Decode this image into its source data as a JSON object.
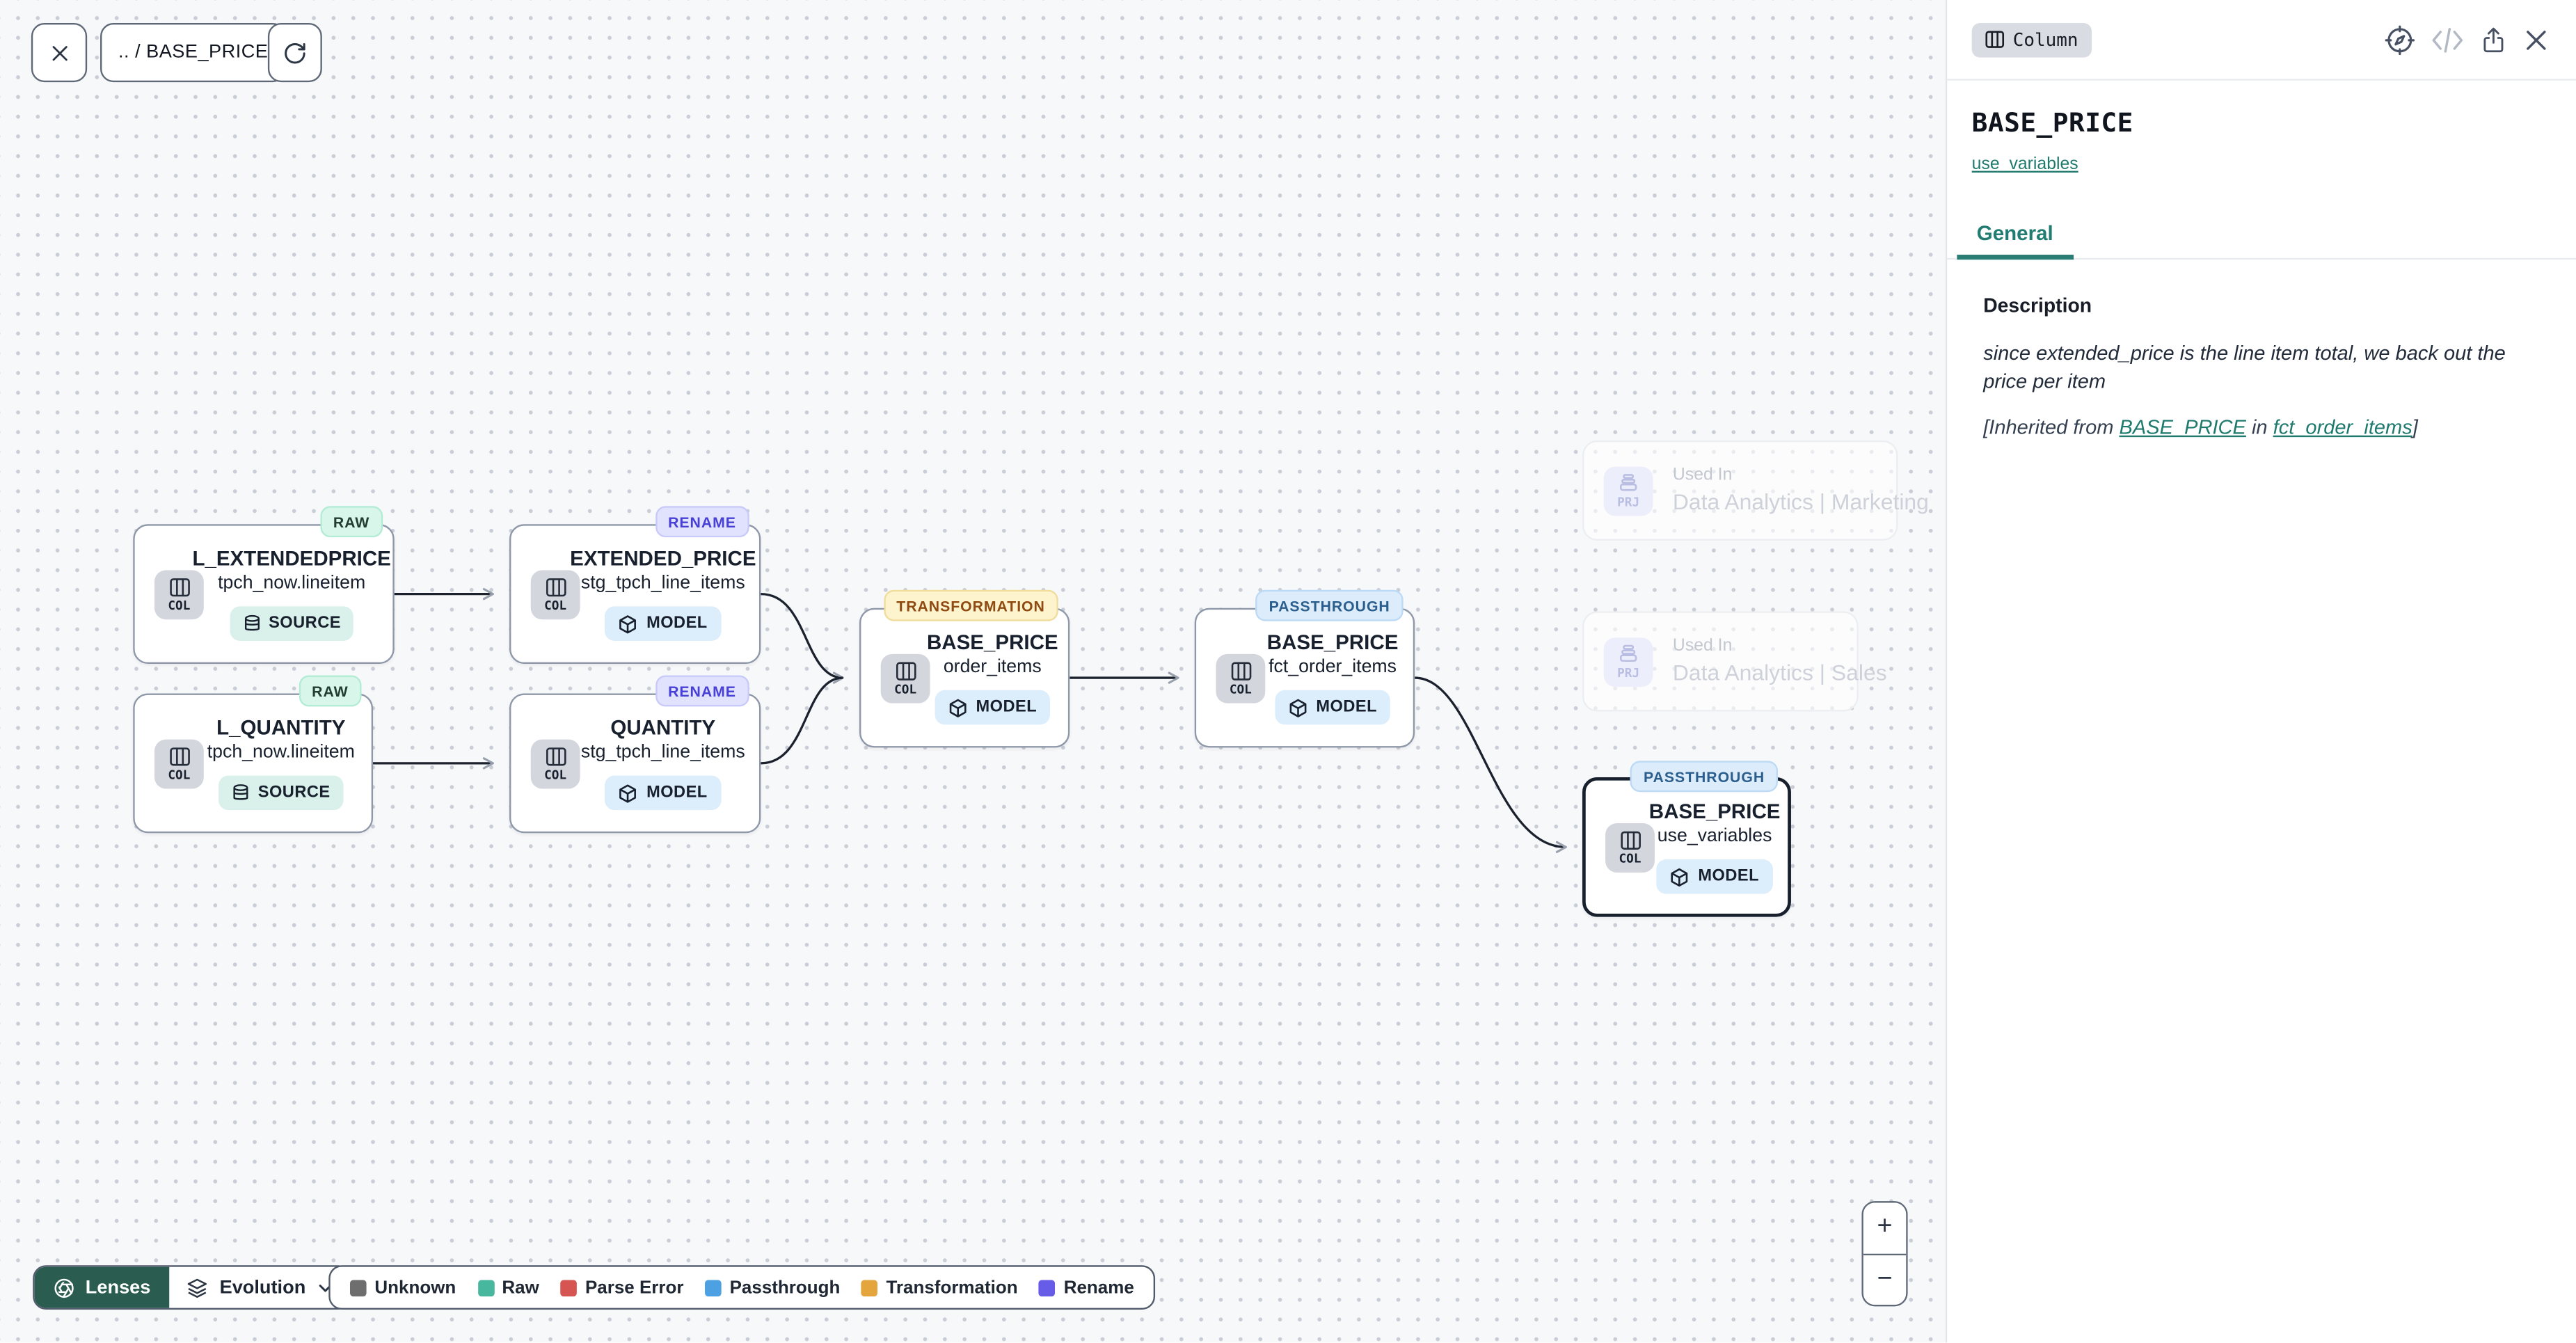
{
  "toolbar": {
    "breadcrumb": ".. / BASE_PRICE"
  },
  "canvas": {
    "col_label": "COL",
    "nodes": [
      {
        "badge": "RAW",
        "title": "L_EXTENDEDPRICE",
        "subtitle": "tpch_now.lineitem",
        "chip": "SOURCE"
      },
      {
        "badge": "RENAME",
        "title": "EXTENDED_PRICE",
        "subtitle": "stg_tpch_line_items",
        "chip": "MODEL"
      },
      {
        "badge": "RAW",
        "title": "L_QUANTITY",
        "subtitle": "tpch_now.lineitem",
        "chip": "SOURCE"
      },
      {
        "badge": "RENAME",
        "title": "QUANTITY",
        "subtitle": "stg_tpch_line_items",
        "chip": "MODEL"
      },
      {
        "badge": "TRANSFORMATION",
        "title": "BASE_PRICE",
        "subtitle": "order_items",
        "chip": "MODEL"
      },
      {
        "badge": "PASSTHROUGH",
        "title": "BASE_PRICE",
        "subtitle": "fct_order_items",
        "chip": "MODEL"
      },
      {
        "badge": "PASSTHROUGH",
        "title": "BASE_PRICE",
        "subtitle": "use_variables",
        "chip": "MODEL"
      }
    ],
    "used_in": [
      {
        "icon_label": "PRJ",
        "label": "Used In",
        "name": "Data Analytics | Marketing"
      },
      {
        "icon_label": "PRJ",
        "label": "Used In",
        "name": "Data Analytics | Sales"
      }
    ],
    "controls": {
      "lenses": "Lenses",
      "view": "Evolution",
      "zoom_in": "+",
      "zoom_out": "−"
    },
    "legend": {
      "items": [
        {
          "label": "Unknown",
          "color": "#6e6e6e"
        },
        {
          "label": "Raw",
          "color": "#47b79e"
        },
        {
          "label": "Parse Error",
          "color": "#d65451"
        },
        {
          "label": "Passthrough",
          "color": "#4da0e2"
        },
        {
          "label": "Transformation",
          "color": "#e4a63c"
        },
        {
          "label": "Rename",
          "color": "#675ce8"
        }
      ]
    }
  },
  "panel": {
    "type_badge": "Column",
    "title": "BASE_PRICE",
    "model_link": "use_variables",
    "tabs": [
      {
        "label": "General"
      }
    ],
    "section_title": "Description",
    "description": "since extended_price is the line item total, we back out the price per item",
    "inherited": {
      "prefix": "[Inherited from ",
      "link_column": "BASE_PRICE",
      "infix": " in ",
      "link_model": "fct_order_items",
      "suffix": "]"
    }
  },
  "colors": {
    "accent_teal": "#1f7a6e",
    "tab_active": "#2a7d74",
    "lenses_bg": "#2b5c50",
    "selection_border": "#18202e",
    "edge": "#1b212d",
    "badge_raw_bg": "#d9f6ea",
    "badge_rename_bg": "#e1e2fd",
    "badge_rename_text": "#4840d6",
    "badge_transformation_bg": "#fdf3cd",
    "badge_transformation_text": "#8f4a12",
    "badge_passthrough_bg": "#dcecfb",
    "badge_passthrough_text": "#2b5e8c",
    "chip_source_bg": "#d9f1ea",
    "chip_model_bg": "#dcedfc"
  }
}
